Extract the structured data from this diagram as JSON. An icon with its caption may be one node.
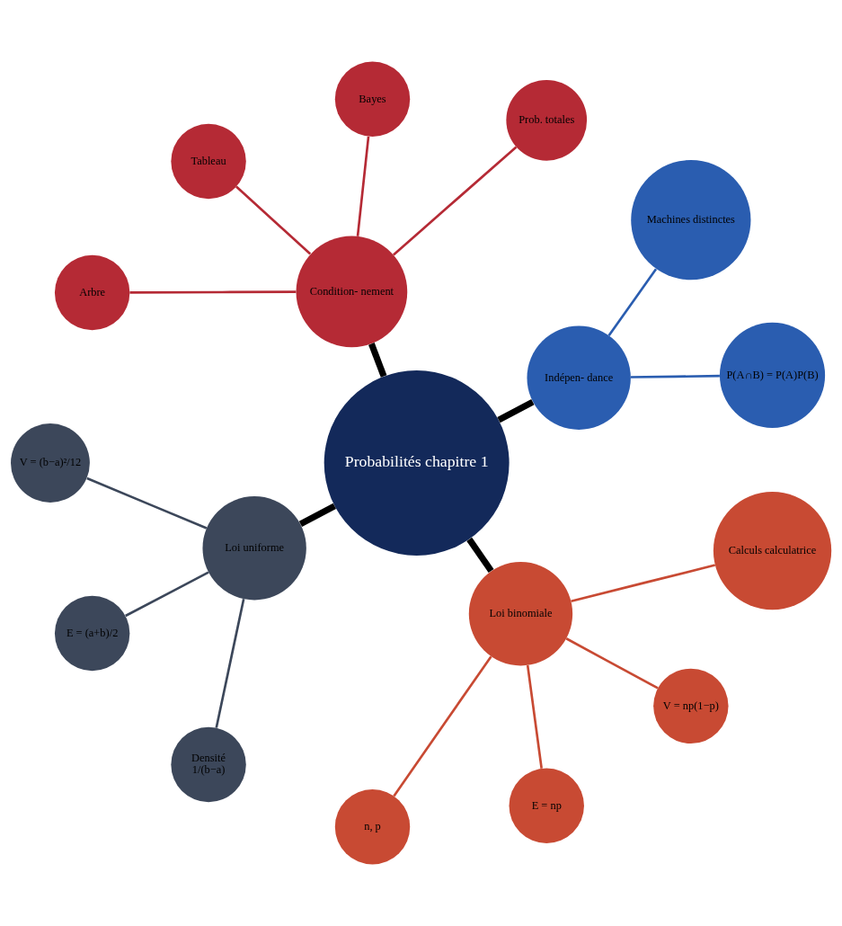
{
  "diagram": {
    "nodes": [
      {
        "text": [
          "Probabilités chapitre 1"
        ]
      },
      {
        "text": [
          "Indépen- dance"
        ]
      },
      {
        "text": [
          "P(A∩B) = P(A)P(B)"
        ]
      },
      {
        "text": [
          "Machines distinctes"
        ]
      },
      {
        "text": [
          "Condition- nement"
        ]
      },
      {
        "text": [
          "Prob. totales"
        ]
      },
      {
        "text": [
          "Bayes"
        ]
      },
      {
        "text": [
          "Tableau"
        ]
      },
      {
        "text": [
          "Arbre"
        ]
      },
      {
        "text": [
          "Loi uniforme"
        ]
      },
      {
        "text": [
          "V = (b−a)²/12"
        ]
      },
      {
        "text": [
          "E = (a+b)/2"
        ]
      },
      {
        "text": [
          "Densité",
          "1/(b−a)"
        ]
      },
      {
        "text": [
          "Loi binomiale"
        ]
      },
      {
        "text": [
          "n, p"
        ]
      },
      {
        "text": [
          "E = np"
        ]
      },
      {
        "text": [
          "V = np(1−p)"
        ]
      },
      {
        "text": [
          "Calculs calculatrice"
        ]
      }
    ],
    "edges": [
      {
        "from": 0,
        "to": 1,
        "arrow": "none",
        "style": "thick",
        "color": "#000000"
      },
      {
        "from": 1,
        "to": 2,
        "arrow": "none",
        "color": "#2a5db0"
      },
      {
        "from": 1,
        "to": 3,
        "arrow": "none",
        "color": "#2a5db0"
      },
      {
        "from": 0,
        "to": 4,
        "arrow": "none",
        "style": "thick",
        "color": "#000000"
      },
      {
        "from": 4,
        "to": 5,
        "arrow": "none",
        "color": "#b52a35"
      },
      {
        "from": 4,
        "to": 6,
        "arrow": "none",
        "color": "#b52a35"
      },
      {
        "from": 4,
        "to": 7,
        "arrow": "none",
        "color": "#b52a35"
      },
      {
        "from": 4,
        "to": 8,
        "arrow": "none",
        "color": "#b52a35"
      },
      {
        "from": 0,
        "to": 9,
        "arrow": "none",
        "style": "thick",
        "color": "#000000"
      },
      {
        "from": 9,
        "to": 10,
        "arrow": "none",
        "color": "#3c475a"
      },
      {
        "from": 9,
        "to": 11,
        "arrow": "none",
        "color": "#3c475a"
      },
      {
        "from": 9,
        "to": 12,
        "arrow": "none",
        "color": "#3c475a"
      },
      {
        "from": 0,
        "to": 13,
        "arrow": "none",
        "style": "thick",
        "color": "#000000"
      },
      {
        "from": 13,
        "to": 14,
        "arrow": "none",
        "color": "#c84a33"
      },
      {
        "from": 13,
        "to": 15,
        "arrow": "none",
        "color": "#c84a33"
      },
      {
        "from": 13,
        "to": 16,
        "arrow": "none",
        "color": "#c84a33"
      },
      {
        "from": 13,
        "to": 17,
        "arrow": "none",
        "color": "#c84a33"
      }
    ]
  }
}
